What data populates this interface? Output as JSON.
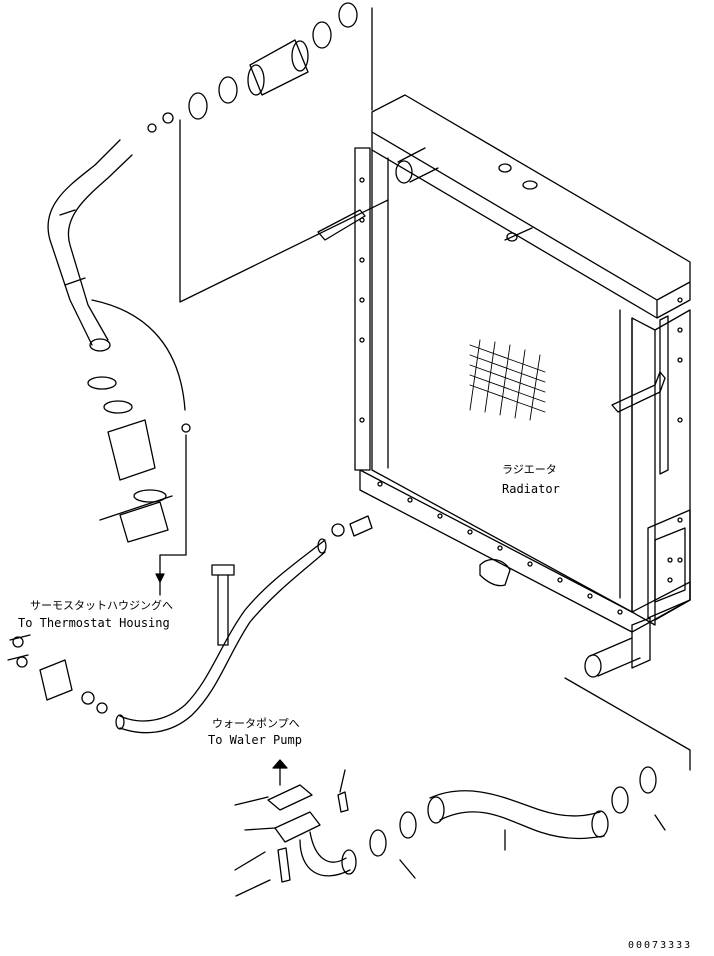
{
  "labels": {
    "radiator_jp": "ラジエータ",
    "radiator_en": "Radiator",
    "thermostat_jp": "サーモスタットハウジングへ",
    "thermostat_en": "To Thermostat Housing",
    "waterpump_jp": "ウォータポンプへ",
    "waterpump_en": "To Waler Pump",
    "part_number": "00073333"
  }
}
